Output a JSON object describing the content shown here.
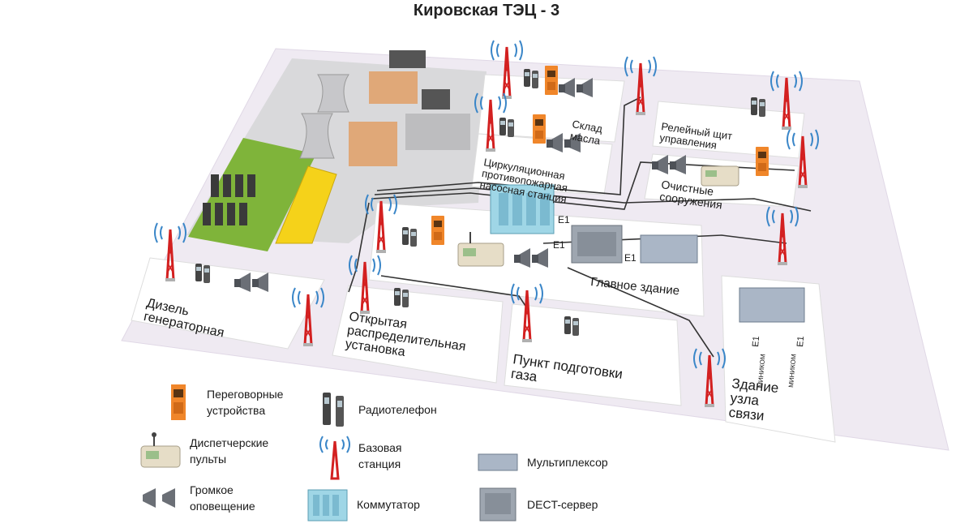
{
  "title": "Кировская ТЭЦ - 3",
  "zones": {
    "diesel": [
      "Дизель",
      "генераторная"
    ],
    "outdoor_switchgear": [
      "Открытая",
      "распределительная",
      "установка"
    ],
    "gas_point": [
      "Пункт подготовки",
      "газа"
    ],
    "main_building": "Главное здание",
    "comm_building": [
      "Здание",
      "узла",
      "связи"
    ],
    "oil_storage": [
      "Склад",
      "масла"
    ],
    "pump_station": [
      "Циркуляционная",
      "противопожарная",
      "насосная станция"
    ],
    "relay_panel": [
      "Релейный щит",
      "управления"
    ],
    "treatment": [
      "Очистные",
      "сооружения"
    ]
  },
  "links": {
    "e1": "E1",
    "minikom": "МИНИКОМ"
  },
  "legend": [
    {
      "icon": "intercom-icon",
      "label": "Переговорные\nустройства"
    },
    {
      "icon": "dispatcher-console-icon",
      "label": "Диспетчерские\nпульты"
    },
    {
      "icon": "loudspeaker-icon",
      "label": "Громкое\nоповещение"
    },
    {
      "icon": "radiotelephone-icon",
      "label": "Радиотелефон"
    },
    {
      "icon": "base-station-icon",
      "label": "Базовая\nстанция"
    },
    {
      "icon": "switch-icon",
      "label": "Коммутатор"
    },
    {
      "icon": "multiplexer-icon",
      "label": "Мультиплексор"
    },
    {
      "icon": "dect-server-icon",
      "label": "DECT-сервер"
    }
  ],
  "colors": {
    "platform": "#efeaf2",
    "zone": "#ffffff",
    "intercom": "#f0862a",
    "tower": "#d32020",
    "switch": "#9fd6e6",
    "grass": "#7fb43a",
    "yellow": "#f5d21a"
  }
}
